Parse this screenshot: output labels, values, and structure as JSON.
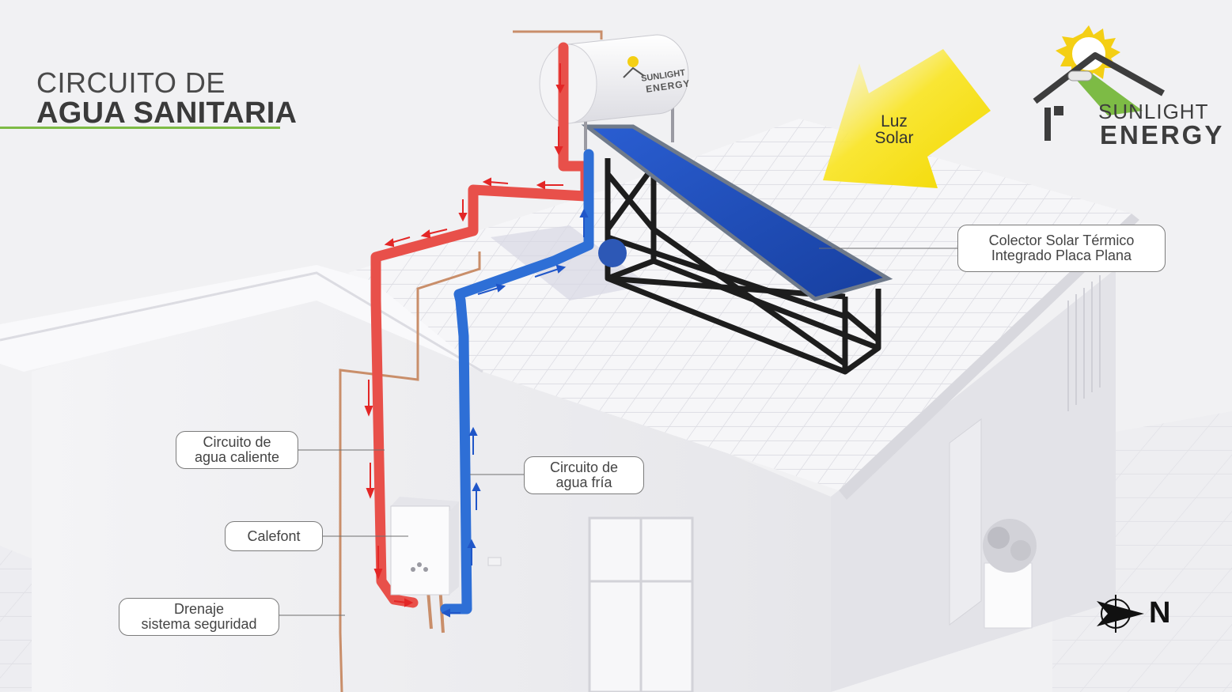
{
  "title": {
    "line1": "CIRCUITO DE",
    "line2": "AGUA SANITARIA"
  },
  "brand": {
    "line1": "SUNLIGHT",
    "line2": "ENERGY"
  },
  "tank_brand": {
    "line1": "SUNLIGHT",
    "line2": "ENERGY"
  },
  "sun_label": {
    "line1": "Luz",
    "line2": "Solar"
  },
  "labels": {
    "collector": {
      "line1": "Colector Solar Térmico",
      "line2": "Integrado Placa Plana"
    },
    "hot_circuit": {
      "line1": "Circuito de",
      "line2": "agua caliente"
    },
    "cold_circuit": {
      "line1": "Circuito de",
      "line2": "agua fría"
    },
    "calefont": {
      "line1": "Calefont"
    },
    "drain": {
      "line1": "Drenaje",
      "line2": "sistema seguridad"
    }
  },
  "compass": {
    "letter": "N"
  },
  "colors": {
    "accent_green": "#7dbb45",
    "hot_pipe": "#e8504a",
    "cold_pipe": "#2e6fd6",
    "panel_blue": "#1f4fbf",
    "copper": "#c98e6a",
    "arrow_yellow": "#f7e01e"
  }
}
